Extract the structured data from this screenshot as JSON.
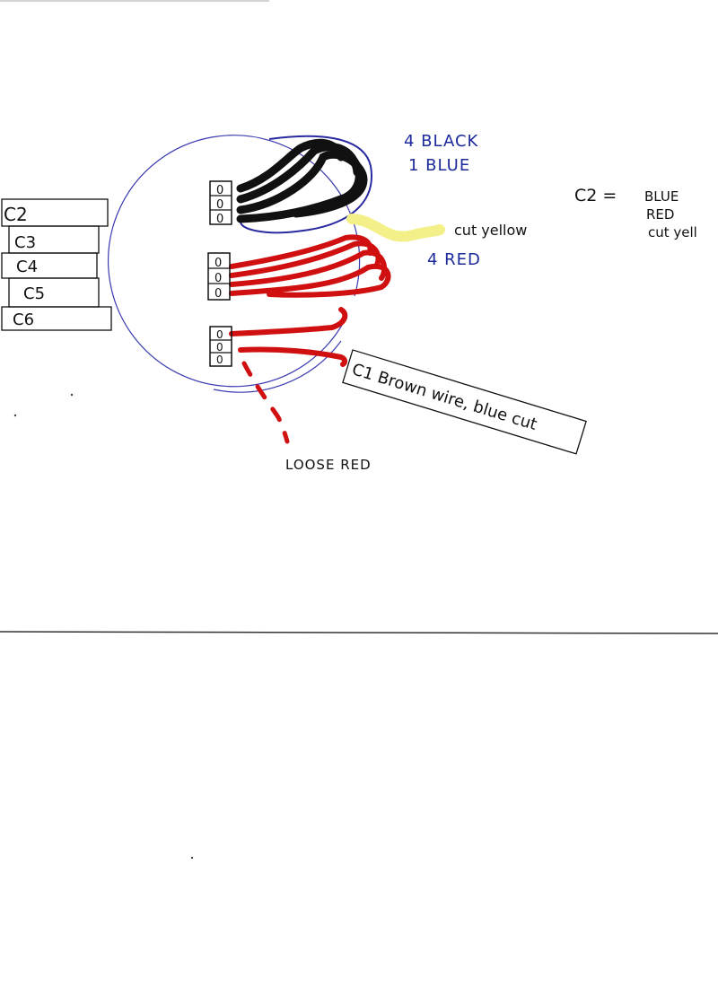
{
  "labels": {
    "black_blue_line1": "4 BLACK",
    "black_blue_line2": "1 BLUE",
    "red_count": "4 RED",
    "cut_yellow": "cut yellow",
    "loose_red": "LOOSE RED",
    "c2_note_title": "C2  =",
    "c2_note_items": [
      "BLUE",
      "RED",
      "cut yell"
    ]
  },
  "connectors_left": [
    "C2",
    "C3",
    "C4",
    "C5",
    "C6"
  ],
  "connector_c1": "C1  Brown wire, blue cut",
  "terminal_marks": [
    "0",
    "0",
    "0"
  ],
  "colors": {
    "circle": "#3a3ab0",
    "wire_black": "#111111",
    "wire_red": "#d01010",
    "wire_yellow": "#f3f08a",
    "blue_ink": "#1c2a9a",
    "blue_outline": "#2a2aa0"
  }
}
